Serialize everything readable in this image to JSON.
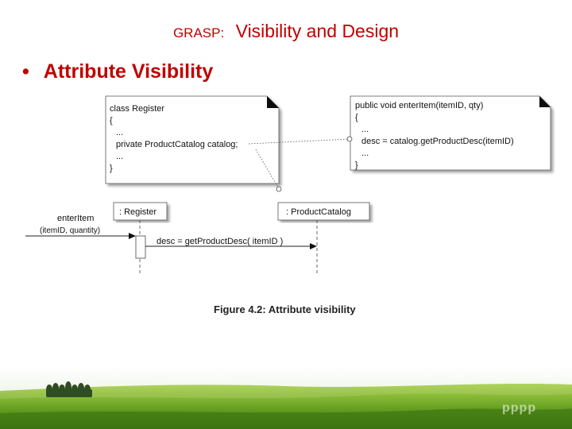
{
  "title": {
    "prefix": "GRASP:",
    "main": "Visibility and Design"
  },
  "bullet": {
    "marker": "•",
    "text": "Attribute Visibility"
  },
  "note_left": {
    "lines": [
      "class Register",
      "{",
      "...",
      "private ProductCatalog catalog;",
      "...",
      "}"
    ]
  },
  "note_right": {
    "lines": [
      "public void enterItem(itemID, qty)",
      "{",
      "...",
      "desc = catalog.getProductDesc(itemID)",
      "...",
      "}"
    ]
  },
  "lifelines": {
    "register": ": Register",
    "catalog": ": ProductCatalog"
  },
  "messages": {
    "enter_item": "enterItem",
    "enter_item_args": "(itemID, quantity)",
    "get_desc": "desc = getProductDesc( itemID )"
  },
  "caption": "Figure 4.2: Attribute visibility",
  "watermark": "pppp",
  "colors": {
    "title": "#c00000",
    "grass": "#5e9a1e",
    "sky": "#ffffff"
  }
}
